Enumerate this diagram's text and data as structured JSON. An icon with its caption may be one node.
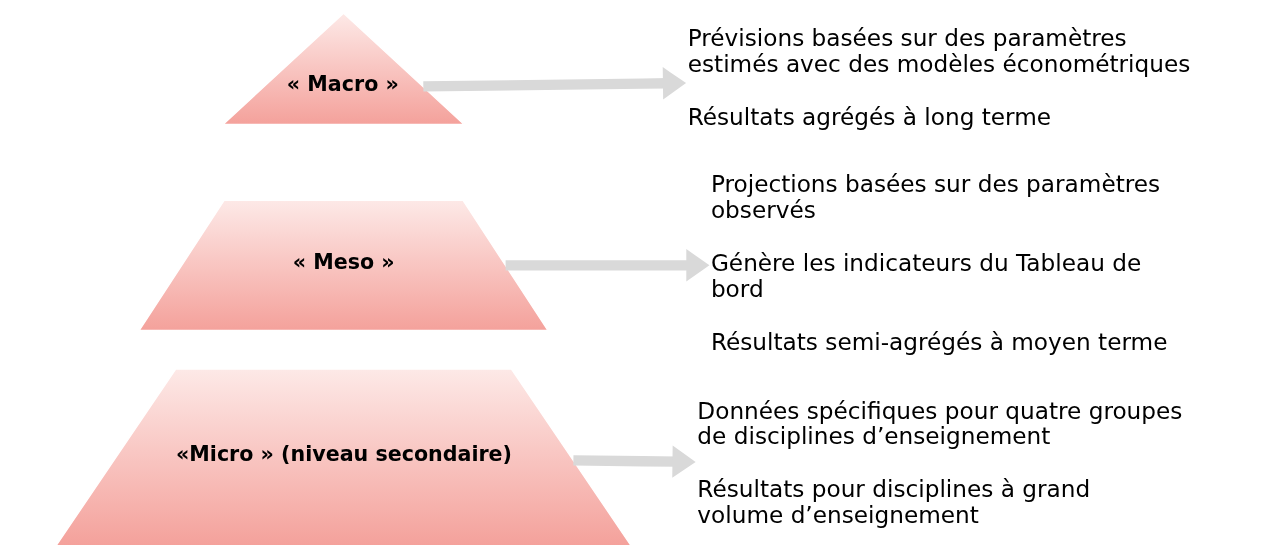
{
  "diagram": {
    "nodes": [
      {
        "text": [
          "« Macro »"
        ]
      },
      {
        "text": [
          "Prévisions basées sur des paramètres estimés avec des modèles économétriques",
          "Résultats agrégés à long terme"
        ]
      },
      {
        "text": [
          "« Meso »"
        ]
      },
      {
        "text": [
          "Projections basées sur des paramètres observés",
          "Génère les indicateurs du Tableau de bord",
          "Résultats semi-agrégés à moyen terme"
        ]
      },
      {
        "text": [
          "«Micro » (niveau secondaire)"
        ]
      },
      {
        "text": [
          "Données spécifiques pour quatre groupes de disciplines d’enseignement",
          "Résultats pour disciplines à grand volume d’enseignement"
        ]
      }
    ],
    "edges": [
      {
        "from": 0,
        "to": 1,
        "arrow": "to"
      },
      {
        "from": 2,
        "to": 3,
        "arrow": "to"
      },
      {
        "from": 4,
        "to": 5,
        "arrow": "to"
      }
    ]
  }
}
